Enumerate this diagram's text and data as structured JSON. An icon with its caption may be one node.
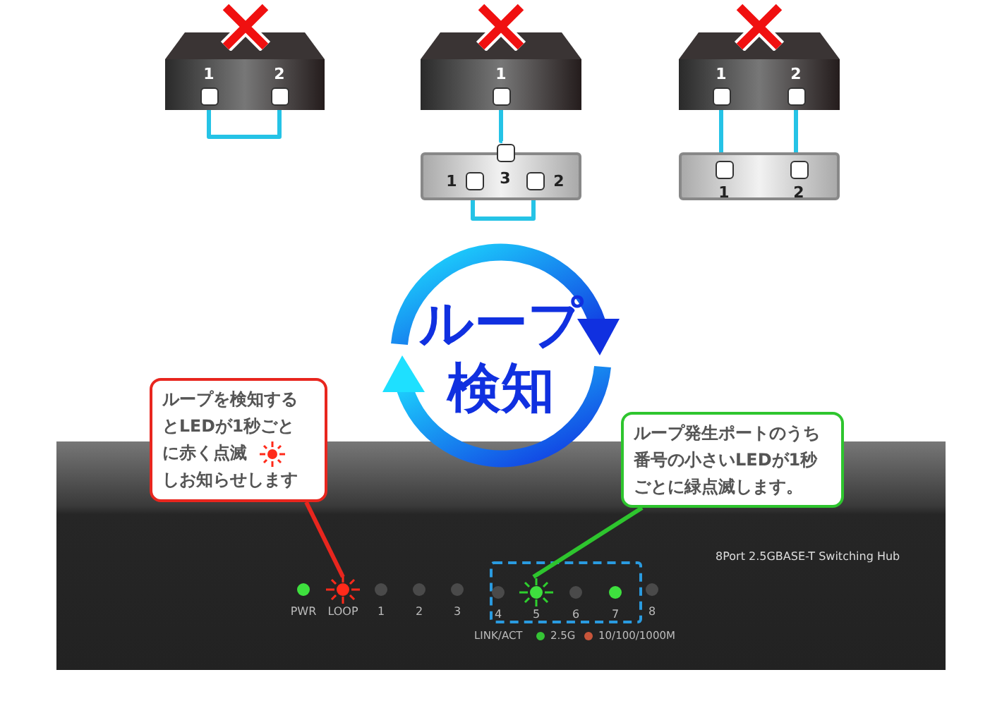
{
  "diagram": {
    "nodes": [
      {
        "text": [],
        "shape": "box"
      },
      {
        "text": [
          "1"
        ],
        "in": 0
      },
      {
        "text": [
          "2"
        ],
        "in": 0
      },
      {
        "text": [],
        "shape": "box"
      },
      {
        "text": [
          "1"
        ],
        "in": 3
      },
      {
        "text": [],
        "shape": "box"
      },
      {
        "text": [
          "3"
        ],
        "in": 5
      },
      {
        "text": [
          "1"
        ],
        "in": 5
      },
      {
        "text": [
          "2"
        ],
        "in": 5
      },
      {
        "text": [],
        "shape": "box"
      },
      {
        "text": [
          "1"
        ],
        "in": 9
      },
      {
        "text": [
          "2"
        ],
        "in": 9
      },
      {
        "text": [],
        "shape": "box"
      },
      {
        "text": [
          "1"
        ],
        "in": 12
      },
      {
        "text": [
          "2"
        ],
        "in": 12
      },
      {
        "text": [
          "ループ検知"
        ]
      },
      {
        "text": [
          "ループを検知するとLEDが1秒ごとに**赤く点滅**しお知らせします"
        ]
      },
      {
        "text": [
          "ループ発生ポートのうち番号の小さいLEDが1秒ごとに**緑点滅**します。"
        ]
      },
      {
        "text": [
          "8Port 2.5GBASE-T Switching Hub"
        ]
      },
      {
        "text": [
          "PWR"
        ],
        "in": 18
      },
      {
        "text": [
          "LOOP"
        ],
        "in": 18
      },
      {
        "text": [
          "1"
        ],
        "in": 18
      },
      {
        "text": [
          "2"
        ],
        "in": 18
      },
      {
        "text": [
          "3"
        ],
        "in": 18
      },
      {
        "text": [],
        "shape": "box",
        "in": 18
      },
      {
        "text": [
          "4"
        ],
        "in": 24
      },
      {
        "text": [
          "5"
        ],
        "in": 24
      },
      {
        "text": [
          "6"
        ],
        "in": 24
      },
      {
        "text": [
          "7"
        ],
        "in": 24
      },
      {
        "text": [
          "8"
        ],
        "in": 18
      }
    ],
    "edges": [
      {
        "from": 1,
        "to": 2,
        "arrow": "none"
      },
      {
        "from": 4,
        "to": 6,
        "arrow": "none"
      },
      {
        "from": 7,
        "to": 8,
        "arrow": "none"
      },
      {
        "from": 10,
        "to": 13,
        "arrow": "none"
      },
      {
        "from": 11,
        "to": 14,
        "arrow": "none"
      },
      {
        "from": 16,
        "to": 20,
        "arrow": "none",
        "color": "#e8261e"
      },
      {
        "from": 17,
        "to": 26,
        "arrow": "none",
        "color": "#2ec52e"
      }
    ],
    "labels": [
      "LINK/ACT"
    ],
    "legend": [
      {
        "text": "2.5G",
        "color": "#35c435"
      },
      {
        "text": "10/100/1000M",
        "color": "#c8553a"
      }
    ]
  }
}
